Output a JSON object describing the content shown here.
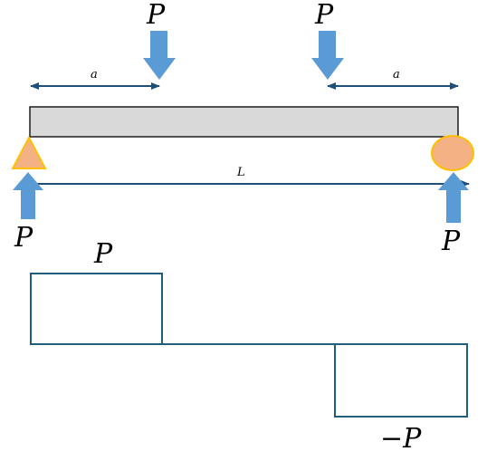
{
  "labels": {
    "load_left": "P",
    "load_right": "P",
    "dim_a_left": "a",
    "dim_a_right": "a",
    "span": "L",
    "reaction_left": "P",
    "reaction_right": "P",
    "shear_positive": "P",
    "shear_negative": "−P"
  },
  "colors": {
    "beam_fill": "#d9d9d9",
    "beam_stroke": "#1f1f1f",
    "arrow": "#5b9bd5",
    "dimension": "#1f4e79",
    "pin_support": "#f4b183",
    "roller_support": "#f4b183",
    "support_outline": "#ffc000",
    "shear_diagram": "#1f5f7a"
  }
}
